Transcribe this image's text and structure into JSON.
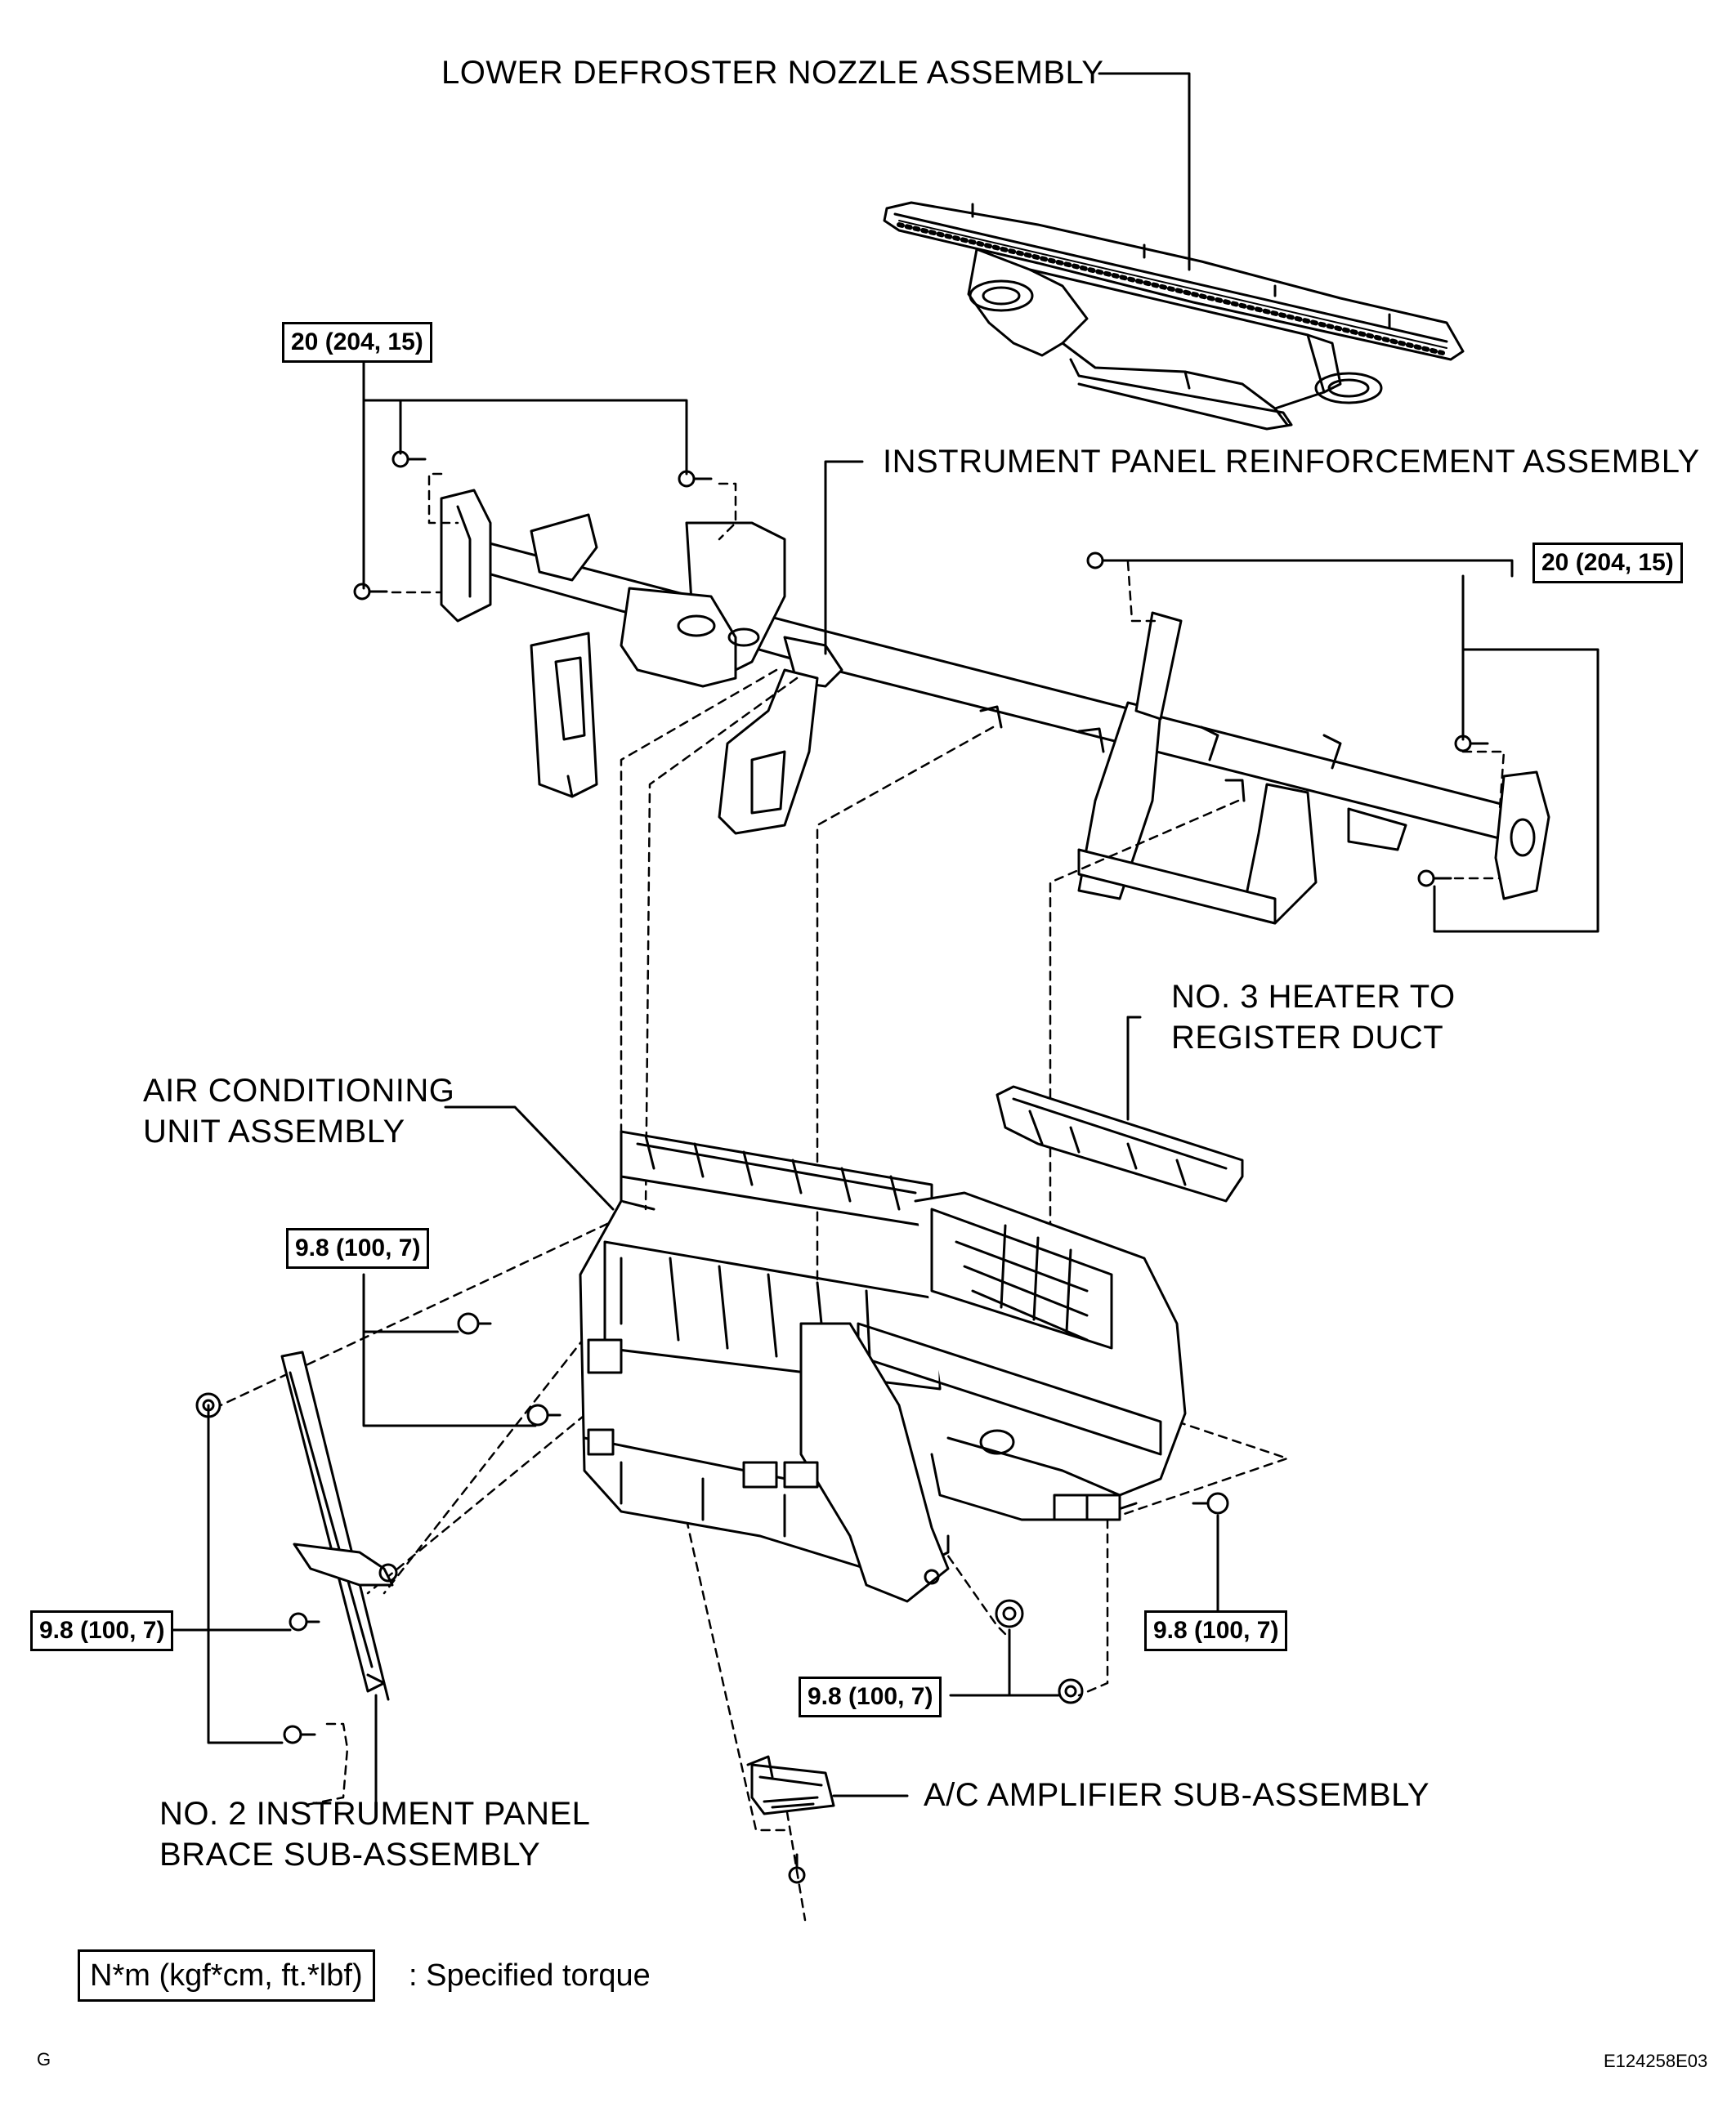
{
  "labels": {
    "lower_defroster": "LOWER DEFROSTER NOZZLE ASSEMBLY",
    "reinforcement": "INSTRUMENT PANEL REINFORCEMENT ASSEMBLY",
    "heater_duct_line1": "NO. 3 HEATER TO",
    "heater_duct_line2": "REGISTER DUCT",
    "ac_unit_line1": "AIR CONDITIONING",
    "ac_unit_line2": "UNIT ASSEMBLY",
    "brace_line1": "NO. 2 INSTRUMENT PANEL",
    "brace_line2": "BRACE SUB-ASSEMBLY",
    "ac_amplifier": "A/C AMPLIFIER SUB-ASSEMBLY"
  },
  "torque_specs": {
    "reinforcement_left": "20 (204, 15)",
    "reinforcement_right": "20 (204, 15)",
    "unit_upper_left": "9.8 (100, 7)",
    "brace_left": "9.8 (100, 7)",
    "unit_lower_right": "9.8 (100, 7)",
    "unit_right": "9.8 (100, 7)"
  },
  "legend": {
    "unit_box": "N*m (kgf*cm, ft.*lbf)",
    "meaning": ": Specified torque"
  },
  "corner_marks": {
    "left": "G",
    "right": "E124258E03"
  }
}
